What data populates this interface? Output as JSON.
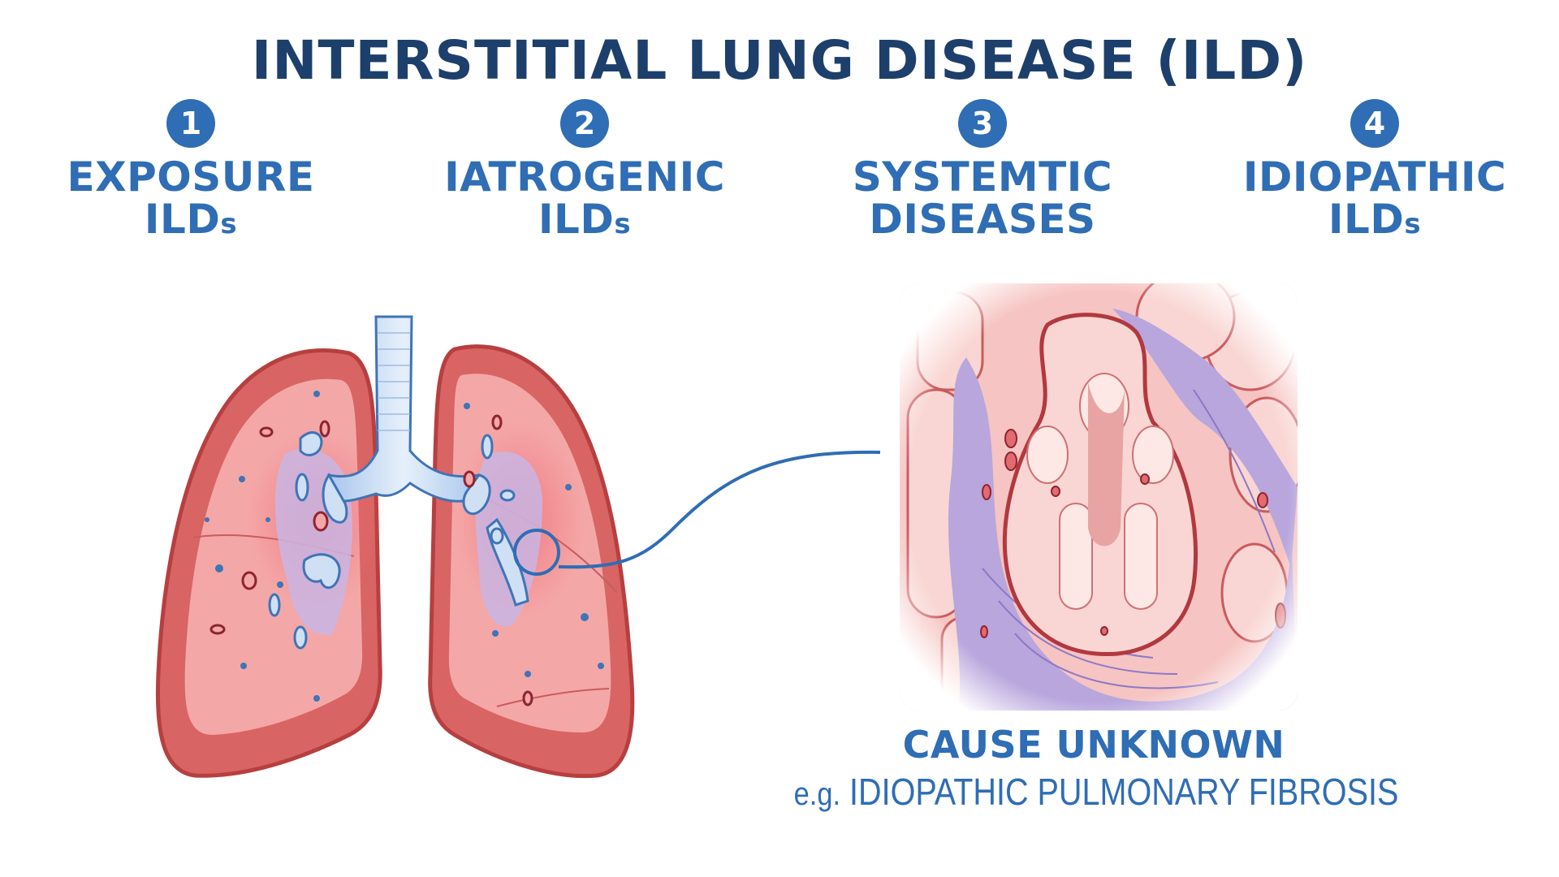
{
  "title": "INTERSTITIAL LUNG DISEASE (ILD)",
  "categories": [
    {
      "number": "1",
      "line1": "EXPOSURE",
      "line2": "ILD",
      "suffix": "s"
    },
    {
      "number": "2",
      "line1": "IATROGENIC",
      "line2": "ILD",
      "suffix": "s"
    },
    {
      "number": "3",
      "line1": "SYSTEMTIC",
      "line2": "DISEASES",
      "suffix": ""
    },
    {
      "number": "4",
      "line1": "IDIOPATHIC",
      "line2": "ILD",
      "suffix": "s"
    }
  ],
  "illustrations": {
    "lungs": "lungs-with-interstitial-fibrosis-illustration",
    "histology": "magnified-alveolar-tissue-with-fibrosis-illustration"
  },
  "caption": {
    "heading": "CAUSE UNKNOWN",
    "example_prefix": "e.g.",
    "example": "IDIOPATHIC PULMONARY FIBROSIS"
  },
  "colors": {
    "title": "#1d3f6b",
    "accent": "#2f6db5",
    "lung_fill": "#f2a3a3",
    "lung_outline": "#c94b4b",
    "airway": "#cfe0f5",
    "fibrosis": "#b8a6dd"
  }
}
